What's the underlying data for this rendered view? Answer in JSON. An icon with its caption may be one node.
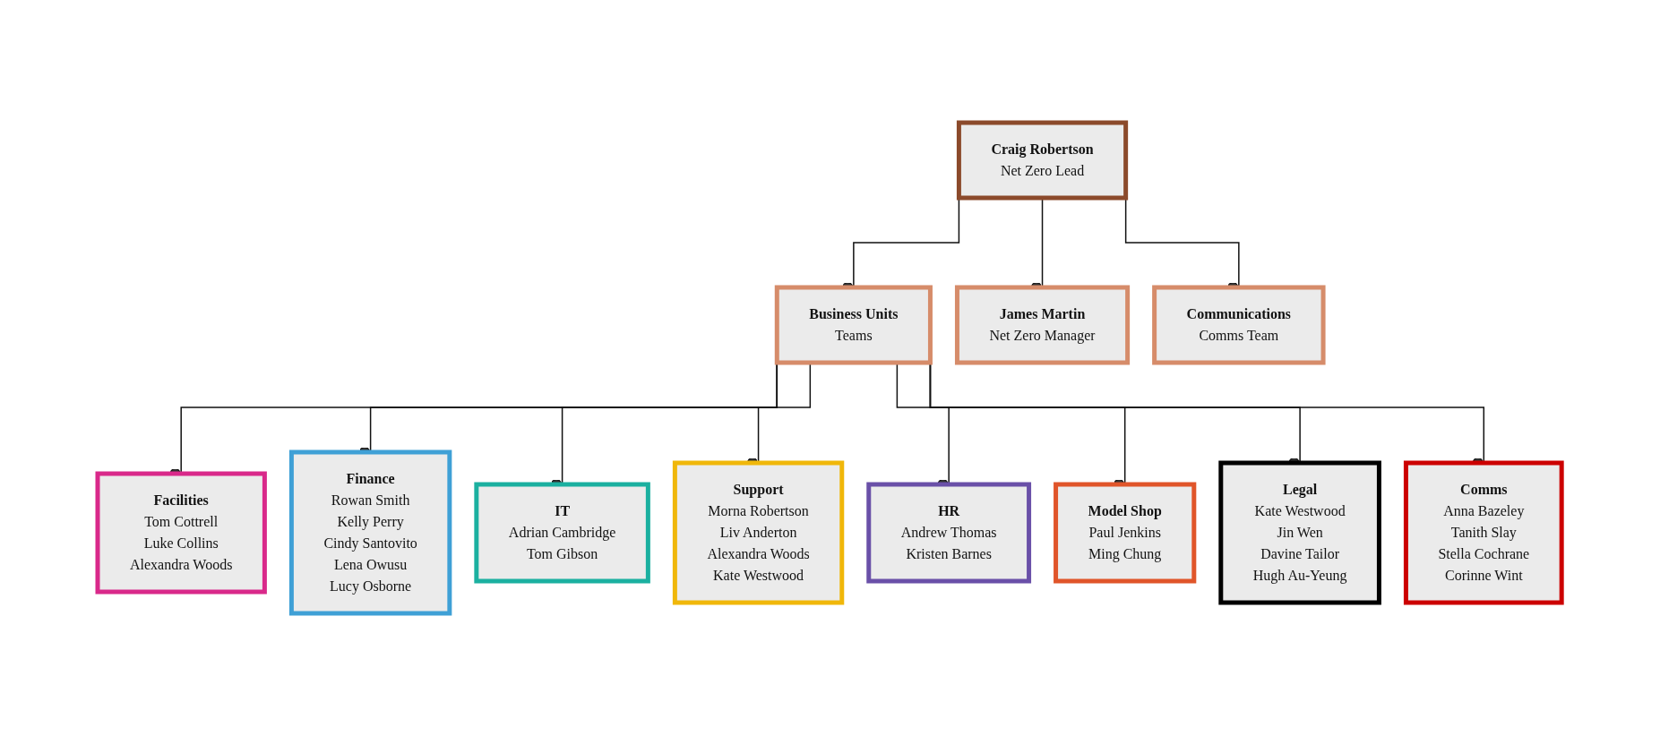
{
  "diagram": {
    "nodes": [
      {
        "text": [
          "Craig Robertson",
          "Net Zero Lead"
        ]
      },
      {
        "text": [
          "Business Units",
          "Teams"
        ]
      },
      {
        "text": [
          "James Martin",
          "Net Zero Manager"
        ]
      },
      {
        "text": [
          "Communications",
          "Comms Team"
        ]
      },
      {
        "text": [
          "Facilities",
          "Tom Cottrell",
          "Luke Collins",
          "Alexandra Woods"
        ]
      },
      {
        "text": [
          "Finance",
          "Rowan Smith",
          "Kelly Perry",
          "Cindy Santovito",
          "Lena Owusu",
          "Lucy Osborne"
        ]
      },
      {
        "text": [
          "IT",
          "Adrian Cambridge",
          "Tom Gibson"
        ]
      },
      {
        "text": [
          "Support",
          "Morna Robertson",
          "Liv Anderton",
          "Alexandra Woods",
          "Kate Westwood"
        ]
      },
      {
        "text": [
          "HR",
          "Andrew Thomas",
          "Kristen Barnes"
        ]
      },
      {
        "text": [
          "Model Shop",
          "Paul Jenkins",
          "Ming Chung"
        ]
      },
      {
        "text": [
          "Legal",
          "Kate Westwood",
          "Jin Wen",
          "Davine Tailor",
          "Hugh Au-Yeung"
        ]
      },
      {
        "text": [
          "Comms",
          "Anna Bazeley",
          "Tanith Slay",
          "Stella Cochrane",
          "Corinne Wint"
        ]
      }
    ],
    "edges": [
      {
        "from": 0,
        "to": 1,
        "arrow": "other"
      },
      {
        "from": 0,
        "to": 2,
        "arrow": "other"
      },
      {
        "from": 0,
        "to": 3,
        "arrow": "other"
      },
      {
        "from": 1,
        "to": 4,
        "arrow": "other"
      },
      {
        "from": 1,
        "to": 5,
        "arrow": "other"
      },
      {
        "from": 1,
        "to": 6,
        "arrow": "other"
      },
      {
        "from": 1,
        "to": 7,
        "arrow": "other"
      },
      {
        "from": 1,
        "to": 8,
        "arrow": "other"
      },
      {
        "from": 1,
        "to": 9,
        "arrow": "other"
      },
      {
        "from": 1,
        "to": 10,
        "arrow": "other"
      },
      {
        "from": 1,
        "to": 11,
        "arrow": "other"
      }
    ]
  }
}
